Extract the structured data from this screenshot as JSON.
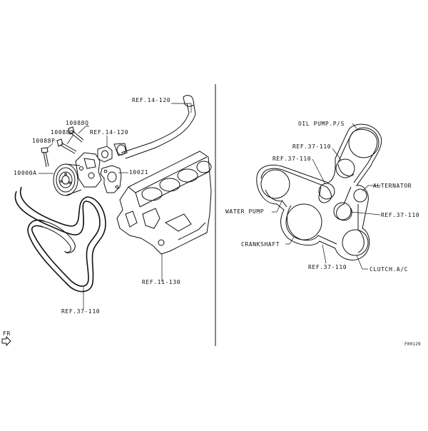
{
  "diagram_id": "F00129",
  "direction_label": "FR",
  "left_panel": {
    "labels": {
      "ref_14_120_top": "REF.14-120",
      "ref_14_120_mid": "REF.14-120",
      "part_10088q_a": "10088Q",
      "part_10088q_b": "10088Q",
      "part_10088p": "10088P",
      "part_10000a": "10000A",
      "part_10021": "10021",
      "ref_11_130": "REF.11-130",
      "ref_37_110": "REF.37-110"
    }
  },
  "right_panel": {
    "labels": {
      "oil_pump": "OIL PUMP.P/S",
      "ref_37_110_a": "REF.37-110",
      "ref_37_110_b": "REF.37-110",
      "alternator": "ALTERNATOR",
      "water_pump": "WATER PUMP",
      "ref_37_110_c": "REF.37-110",
      "crankshaft": "CRANKSHAFT",
      "ref_37_110_d": "REF.37-110",
      "clutch_ac": "CLUTCH.A/C"
    }
  }
}
